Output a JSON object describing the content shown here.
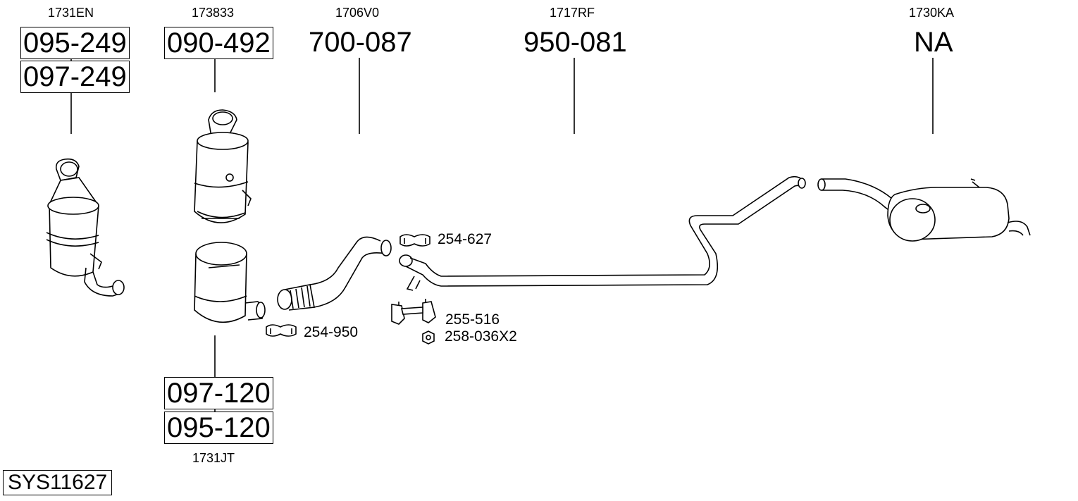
{
  "system_id": "SYS11627",
  "oe_codes": {
    "c1": "1731EN",
    "c2": "173833",
    "c3": "1706V0",
    "c4": "1717RF",
    "c5": "1730KA",
    "c6": "1731JT"
  },
  "parts": {
    "cat_a_primary": "095-249",
    "cat_a_alt": "097-249",
    "dpf_top": "090-492",
    "flex_pipe": "700-087",
    "middle_pipe": "950-081",
    "rear_silencer": "NA",
    "dpf_bottom_primary": "097-120",
    "dpf_bottom_alt": "095-120"
  },
  "accessories": {
    "clamp_upper": "254-627",
    "clamp_lower": "254-950",
    "bracket": "255-516",
    "nut": "258-036X2"
  }
}
